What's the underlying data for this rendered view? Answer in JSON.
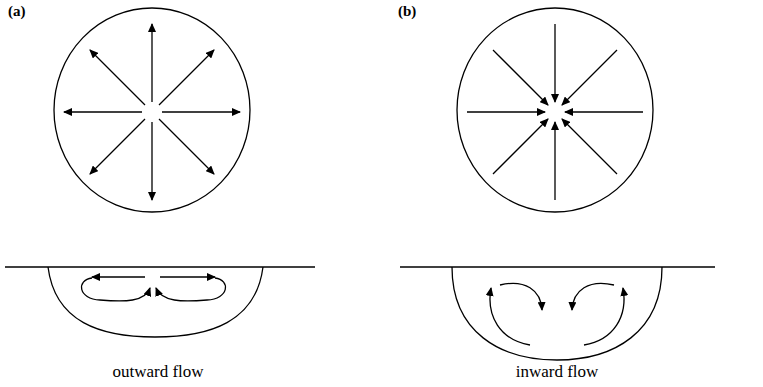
{
  "diagram": {
    "labels": [
      "(a)",
      "(b)",
      "outward flow",
      "inward flow"
    ]
  }
}
